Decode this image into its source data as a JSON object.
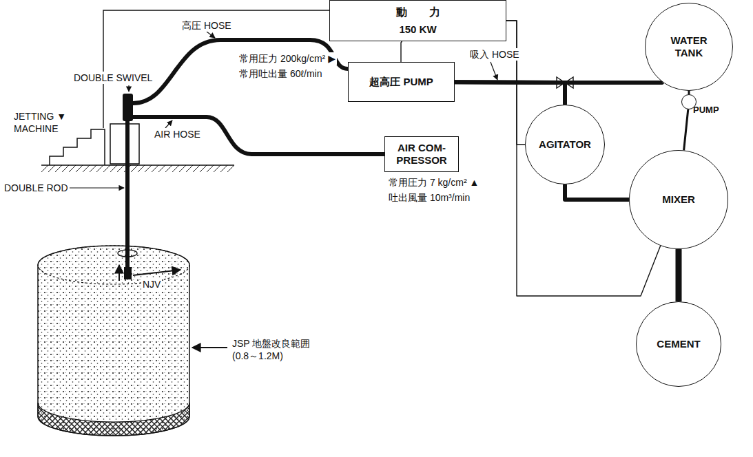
{
  "diagram": {
    "nodes": [
      {
        "text": [
          "動　　力",
          "150 KW"
        ]
      },
      {
        "text": [
          "超高圧 PUMP"
        ]
      },
      {
        "text": [
          "AIR COM- PRESSOR"
        ]
      },
      {
        "text": [
          "WATER TANK"
        ]
      },
      {
        "text": [
          "PUMP"
        ]
      },
      {
        "text": [
          "AGITATOR"
        ]
      },
      {
        "text": [
          "MIXER"
        ]
      },
      {
        "text": [
          "CEMENT"
        ]
      }
    ],
    "edges": [
      {
        "from": 0,
        "to": 1,
        "arrow": "none"
      },
      {
        "from": 0,
        "to": 6,
        "arrow": "none"
      },
      {
        "from": 0,
        "to": 5,
        "arrow": "none"
      },
      {
        "from": 1,
        "to": 3,
        "arrow": "none"
      },
      {
        "from": 5,
        "to": 1,
        "arrow": "none"
      },
      {
        "from": 5,
        "to": 6,
        "arrow": "none"
      },
      {
        "from": 3,
        "to": 4,
        "arrow": "none"
      },
      {
        "from": 4,
        "to": 6,
        "arrow": "none"
      },
      {
        "from": 6,
        "to": 7,
        "arrow": "none"
      }
    ],
    "labels": [
      "高圧 HOSE",
      "常用圧力 200kg/cm² ▶",
      "常用吐出量 60ℓ/min",
      "DOUBLE SWIVEL",
      "JETTING ▼ MACHINE",
      "AIR HOSE",
      "常用圧力 7 kg/cm² ▲",
      "吐出風量 10m³/min",
      "吸入 HOSE",
      "DOUBLE ROD",
      "NJV",
      "JSP 地盤改良範囲 (0.8～1.2M)"
    ]
  }
}
